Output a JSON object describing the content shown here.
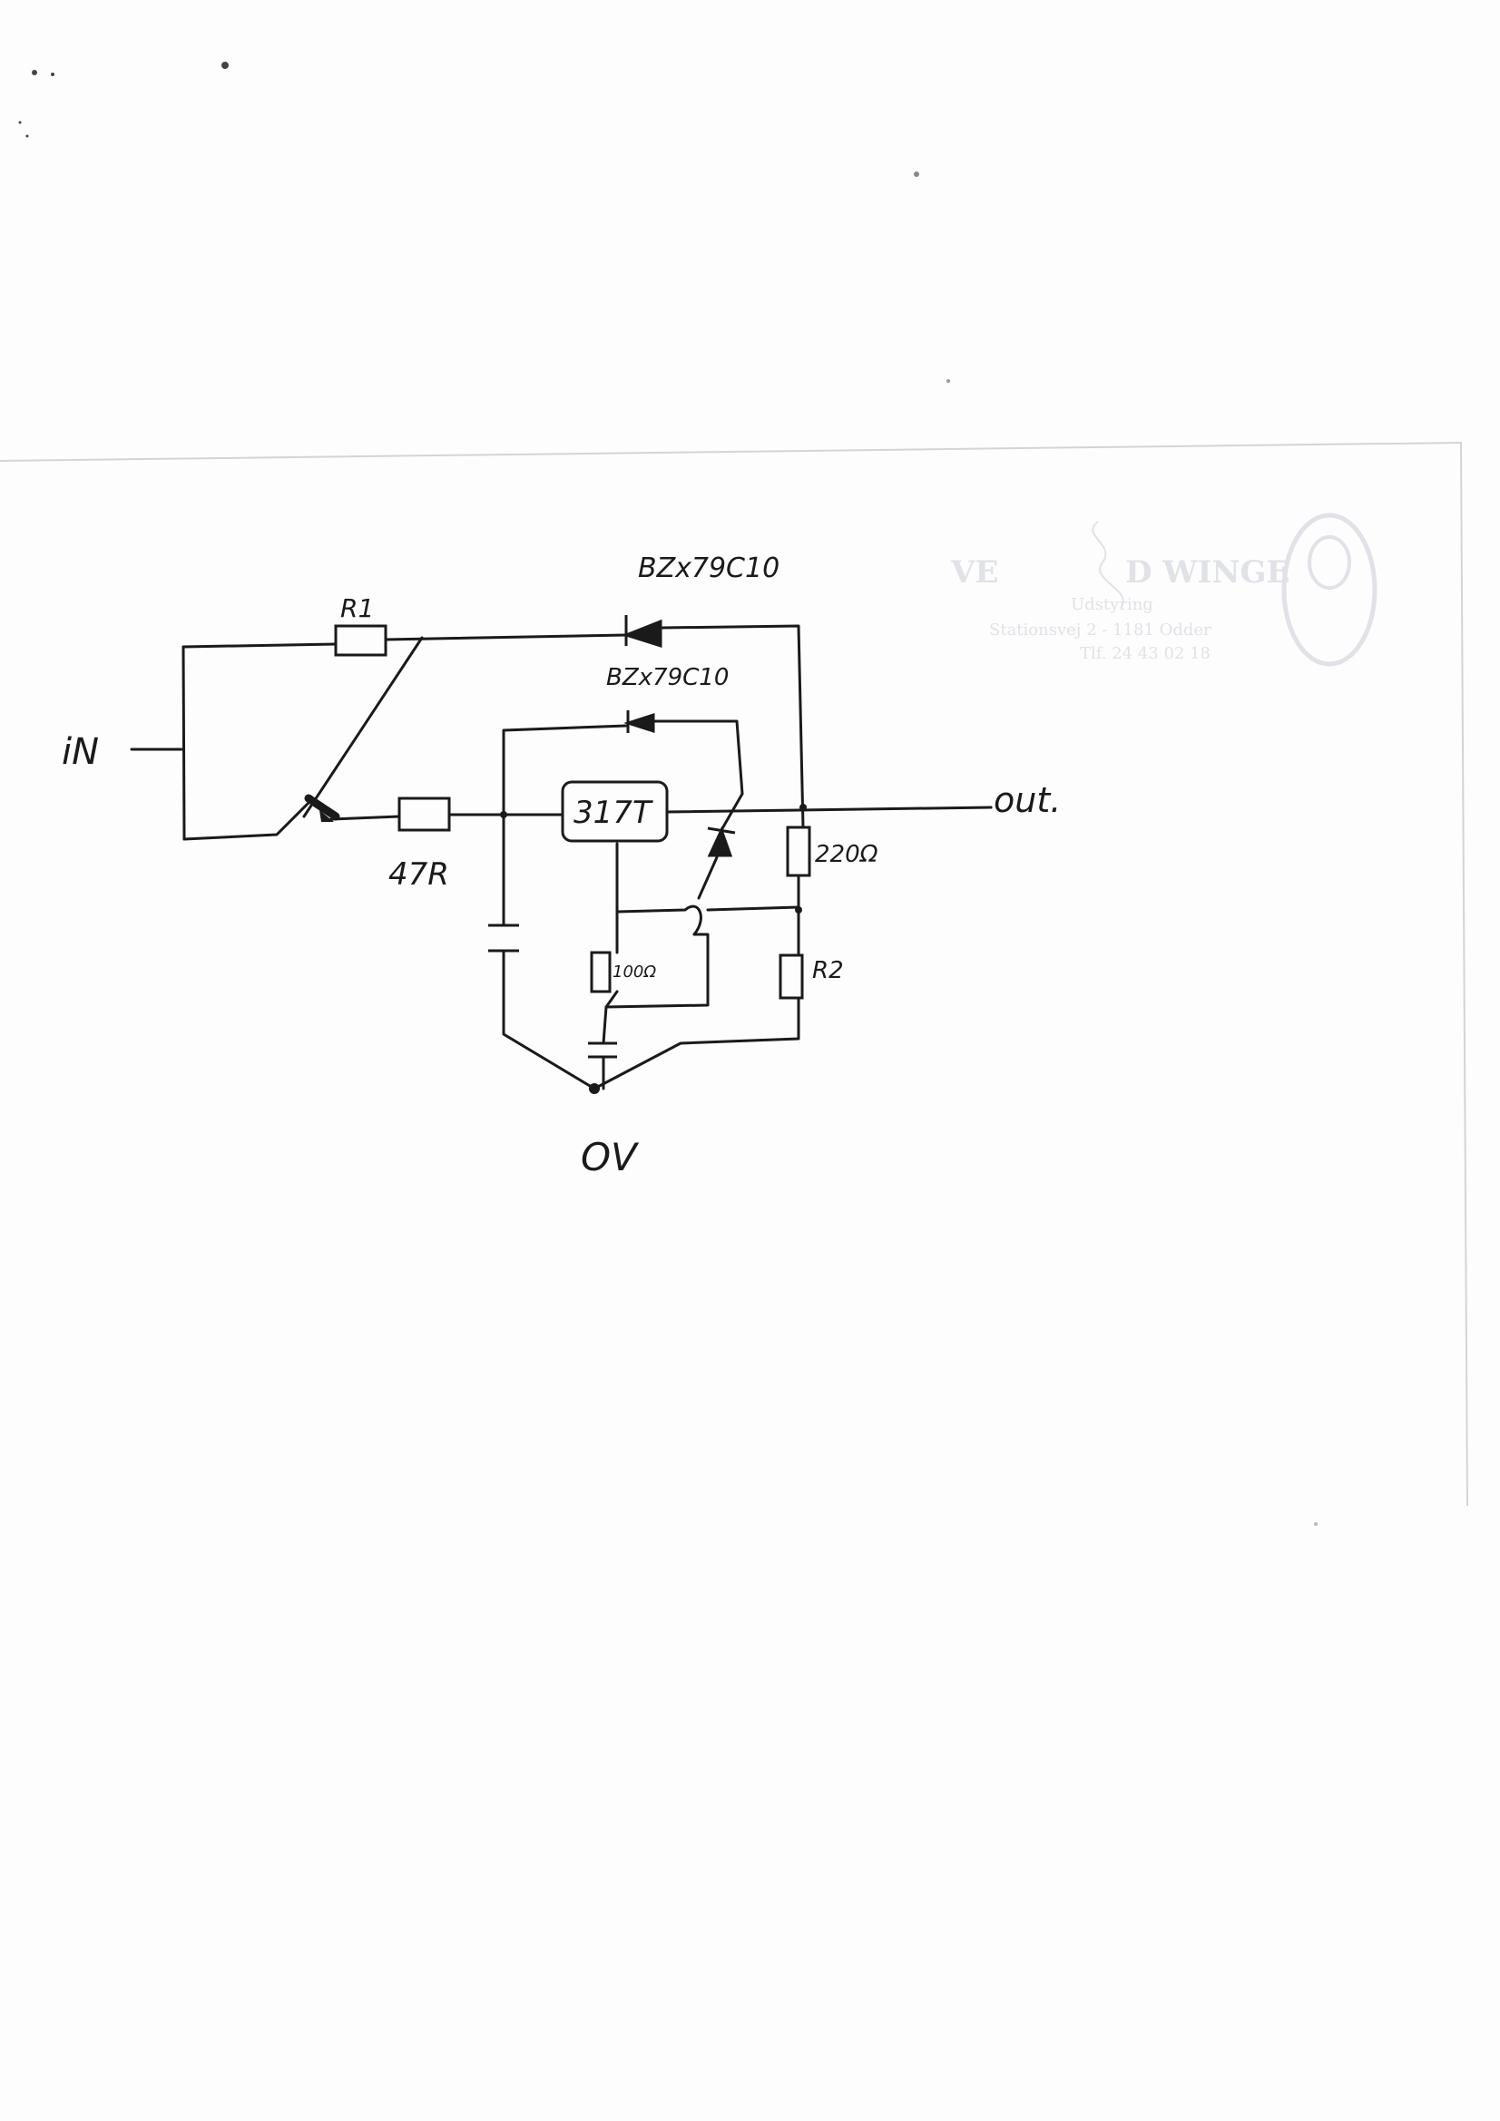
{
  "letterhead": {
    "name": "VE",
    "name_rest": "D WINGE",
    "line1": "Udstyring",
    "line2": "Stationsvej 2 - 1181 Odder",
    "line3": "Tlf. 24 43 02 18"
  },
  "schematic": {
    "label_in": "iN",
    "label_out": "out.",
    "label_ground": "OV",
    "label_r1": "R1",
    "label_r2": "R2",
    "label_base_resistor": "47R",
    "label_regulator": "317T",
    "label_zener_top": "BZx79C10",
    "label_zener_mid": "BZx79C10",
    "label_r_220": "220Ω",
    "label_r_100": "100Ω"
  }
}
